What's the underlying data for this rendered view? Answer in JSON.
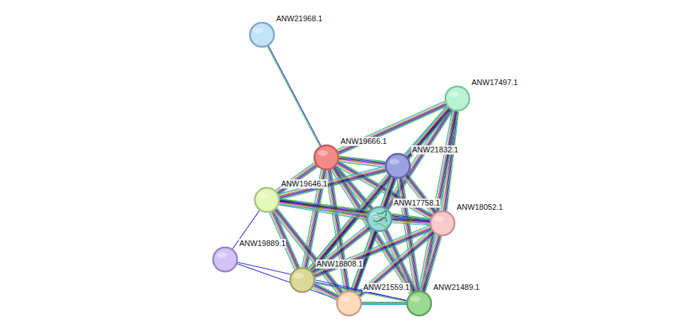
{
  "diagram": {
    "nodes": [
      {
        "text": [
          "ANW21968.1"
        ]
      },
      {
        "text": [
          "ANW17497.1"
        ]
      },
      {
        "text": [
          "ANW19666.1"
        ]
      },
      {
        "text": [
          "ANW21832.1"
        ]
      },
      {
        "text": [
          "ANW19646.1"
        ]
      },
      {
        "text": [
          "ANW17758.1"
        ]
      },
      {
        "text": [
          "ANW18052.1"
        ]
      },
      {
        "text": [
          "ANW19889.1"
        ]
      },
      {
        "text": [
          "ANW18808.1"
        ]
      },
      {
        "text": [
          "ANW21559.1"
        ]
      },
      {
        "text": [
          "ANW21489.1"
        ]
      }
    ],
    "edges": [
      {
        "from": 0,
        "to": 2,
        "arrow": "none"
      },
      {
        "from": 1,
        "to": 2,
        "arrow": "none"
      },
      {
        "from": 1,
        "to": 3,
        "arrow": "none"
      },
      {
        "from": 1,
        "to": 5,
        "arrow": "none"
      },
      {
        "from": 1,
        "to": 6,
        "arrow": "none"
      },
      {
        "from": 1,
        "to": 10,
        "arrow": "none"
      },
      {
        "from": 1,
        "to": 8,
        "arrow": "none"
      },
      {
        "from": 2,
        "to": 3,
        "arrow": "none"
      },
      {
        "from": 2,
        "to": 4,
        "arrow": "none"
      },
      {
        "from": 2,
        "to": 5,
        "arrow": "none"
      },
      {
        "from": 2,
        "to": 6,
        "arrow": "none"
      },
      {
        "from": 2,
        "to": 8,
        "arrow": "none"
      },
      {
        "from": 2,
        "to": 9,
        "arrow": "none"
      },
      {
        "from": 2,
        "to": 10,
        "arrow": "none"
      },
      {
        "from": 3,
        "to": 4,
        "arrow": "none"
      },
      {
        "from": 3,
        "to": 5,
        "arrow": "none"
      },
      {
        "from": 3,
        "to": 6,
        "arrow": "none"
      },
      {
        "from": 3,
        "to": 8,
        "arrow": "none"
      },
      {
        "from": 3,
        "to": 9,
        "arrow": "none"
      },
      {
        "from": 3,
        "to": 10,
        "arrow": "none"
      },
      {
        "from": 4,
        "to": 5,
        "arrow": "none"
      },
      {
        "from": 4,
        "to": 6,
        "arrow": "none"
      },
      {
        "from": 4,
        "to": 7,
        "arrow": "none"
      },
      {
        "from": 4,
        "to": 8,
        "arrow": "none"
      },
      {
        "from": 4,
        "to": 9,
        "arrow": "none"
      },
      {
        "from": 5,
        "to": 6,
        "arrow": "none"
      },
      {
        "from": 5,
        "to": 8,
        "arrow": "none"
      },
      {
        "from": 5,
        "to": 9,
        "arrow": "none"
      },
      {
        "from": 5,
        "to": 10,
        "arrow": "none"
      },
      {
        "from": 6,
        "to": 8,
        "arrow": "none"
      },
      {
        "from": 6,
        "to": 9,
        "arrow": "none"
      },
      {
        "from": 6,
        "to": 10,
        "arrow": "none"
      },
      {
        "from": 7,
        "to": 9,
        "arrow": "none"
      },
      {
        "from": 7,
        "to": 10,
        "arrow": "none"
      },
      {
        "from": 8,
        "to": 9,
        "arrow": "none"
      },
      {
        "from": 8,
        "to": 10,
        "arrow": "none"
      },
      {
        "from": 9,
        "to": 10,
        "arrow": "none"
      }
    ]
  }
}
